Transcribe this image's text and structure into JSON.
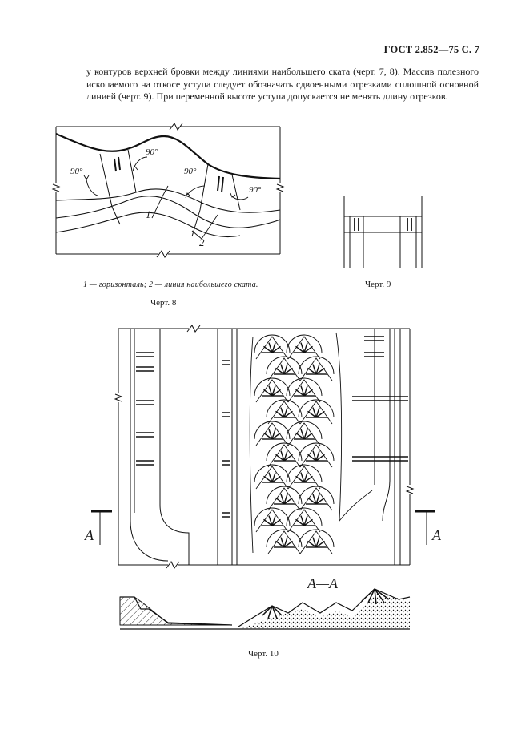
{
  "header": {
    "title": "ГОСТ 2.852—75 С. 7"
  },
  "body_text": "у контуров верхней бровки между линиями наибольшего ската (черт. 7, 8). Массив полезного ископаемого на откосе уступа следует обозначать сдвоенными отрезками сплошной основной линией (черт. 9). При переменной высоте уступа допускается не менять длину отрезков.",
  "fig8": {
    "angle_labels": [
      "90°",
      "90°",
      "90°",
      "90°"
    ],
    "callouts": [
      "1",
      "2"
    ],
    "caption": "1 — горизонталь; 2 — линия наибольшего ската.",
    "label": "Черт. 8"
  },
  "fig9": {
    "label": "Черт. 9"
  },
  "fig10": {
    "section_mark": "A",
    "section_title": "A—A",
    "label": "Черт. 10"
  }
}
